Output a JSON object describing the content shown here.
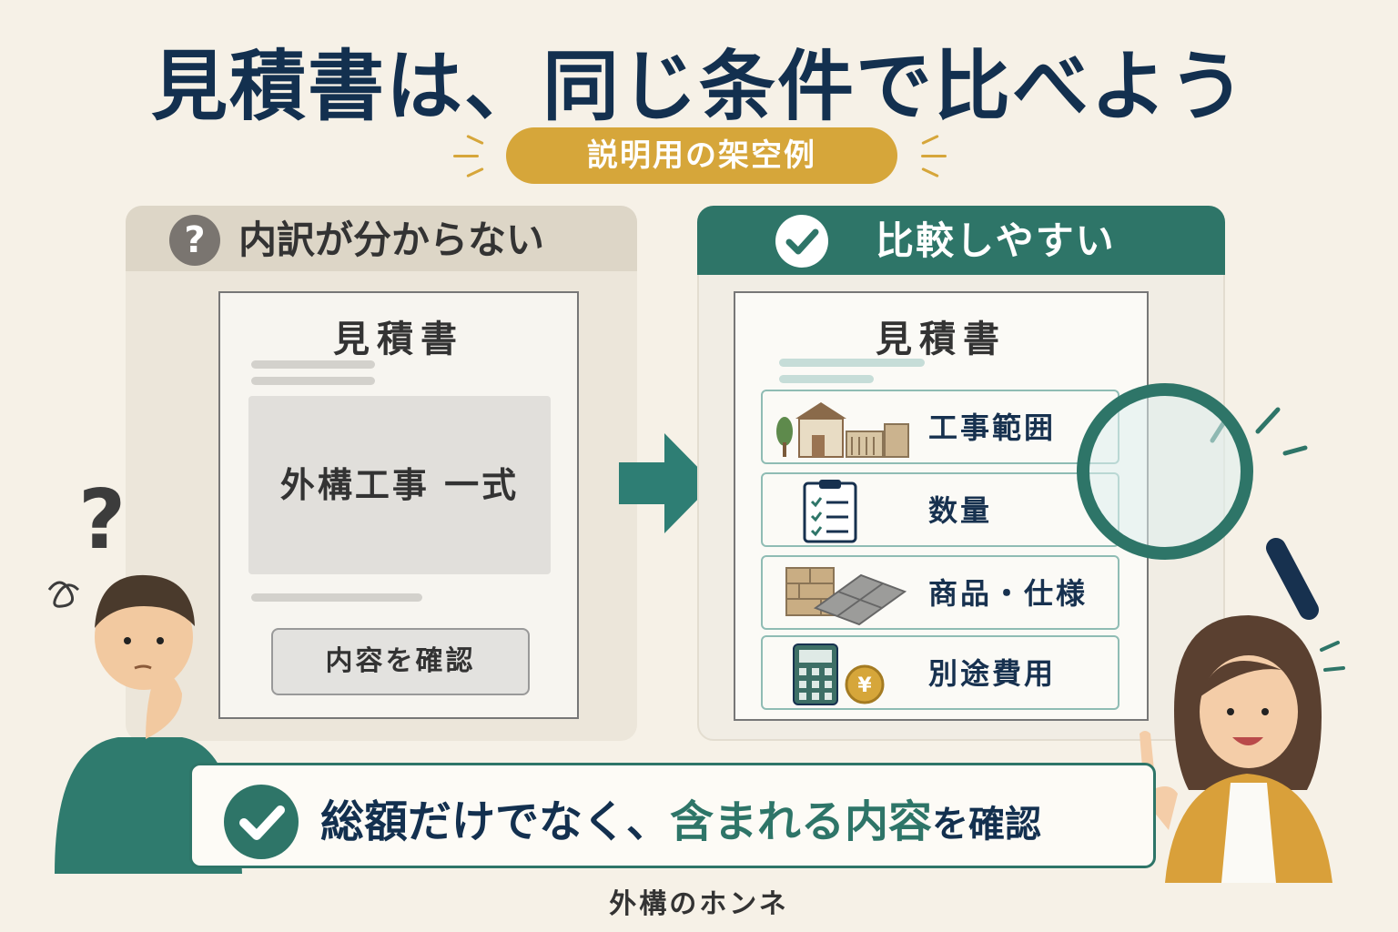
{
  "title": "見積書は、同じ条件で比べよう",
  "badge": "説明用の架空例",
  "left_panel": {
    "heading": "内訳が分からない",
    "icon": "question-icon",
    "doc_title": "見積書",
    "block_text": "外構工事 一式",
    "button_label": "内容を確認"
  },
  "right_panel": {
    "heading": "比較しやすい",
    "icon": "check-icon",
    "doc_title": "見積書",
    "rows": [
      {
        "label": "工事範囲",
        "icon": "house-icon"
      },
      {
        "label": "数量",
        "icon": "clipboard-icon"
      },
      {
        "label": "商品・仕様",
        "icon": "paving-tiles-icon"
      },
      {
        "label": "別途費用",
        "icon": "calculator-yen-icon"
      }
    ]
  },
  "banner": {
    "part1": "総額だけでなく、",
    "part2": "含まれる内容",
    "part3": "を確認"
  },
  "footer": "外構のホンネ",
  "colors": {
    "navy": "#13304f",
    "teal": "#2e7568",
    "gold": "#d6a63a",
    "background": "#f6f1e7"
  }
}
